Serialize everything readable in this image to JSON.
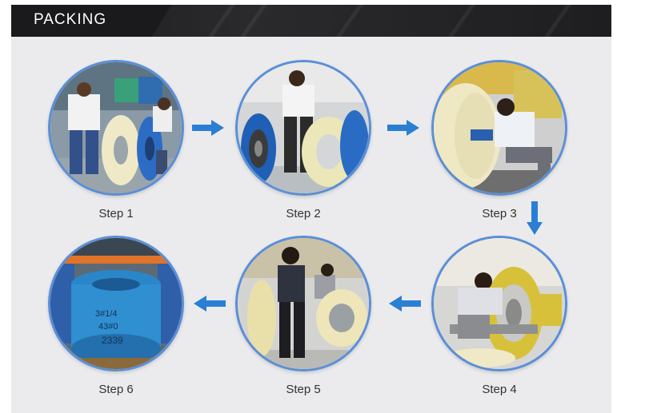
{
  "header": {
    "title": "PACKING"
  },
  "steps": [
    {
      "label": "Step 1"
    },
    {
      "label": "Step 2"
    },
    {
      "label": "Step 3"
    },
    {
      "label": "Step 4"
    },
    {
      "label": "Step 5"
    },
    {
      "label": "Step 6"
    }
  ],
  "coil_text": {
    "line1": "3#1/4",
    "line2": "43#0",
    "line3": "2339"
  },
  "colors": {
    "accent": "#2a7fd4",
    "border": "#5b8fd6",
    "header": "#1c1c1e",
    "panel": "#ebebee"
  }
}
